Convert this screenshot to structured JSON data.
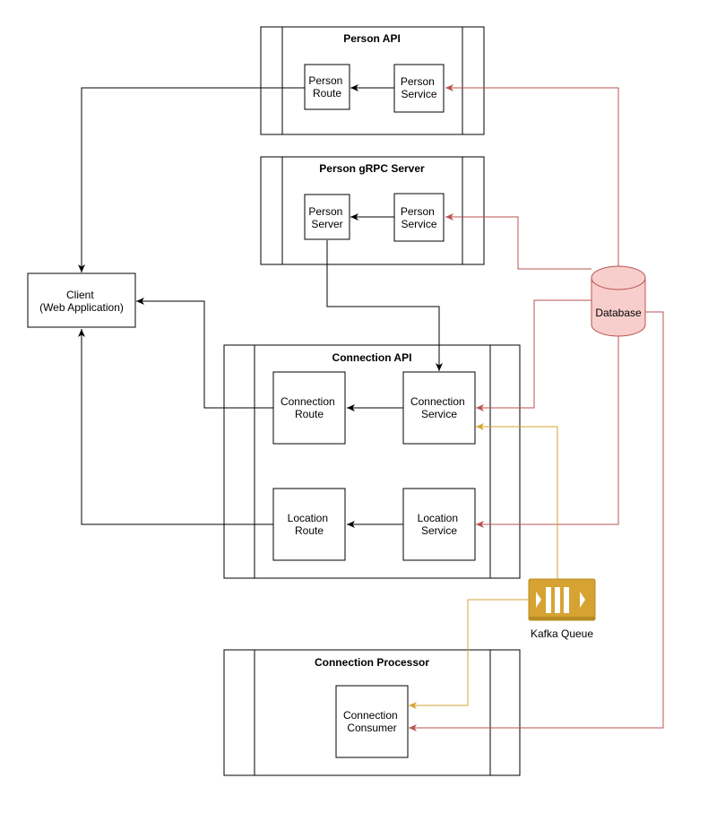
{
  "containers": {
    "person_api": "Person API",
    "person_grpc": "Person gRPC Server",
    "connection_api": "Connection API",
    "connection_processor": "Connection Processor"
  },
  "nodes": {
    "person_route": [
      "Person",
      "Route"
    ],
    "person_service_api": [
      "Person",
      "Service"
    ],
    "person_server": [
      "Person",
      "Server"
    ],
    "person_service_grpc": [
      "Person",
      "Service"
    ],
    "client": [
      "Client",
      "(Web Application)"
    ],
    "connection_route": [
      "Connection",
      "Route"
    ],
    "connection_service": [
      "Connection",
      "Service"
    ],
    "location_route": [
      "Location",
      "Route"
    ],
    "location_service": [
      "Location",
      "Service"
    ],
    "connection_consumer": [
      "Connection",
      "Consumer"
    ],
    "database": "Database",
    "kafka": "Kafka Queue"
  },
  "colors": {
    "line": "#000000",
    "db_edge": "#b85450",
    "db_fill": "#f8cecc",
    "kafka_edge": "#d6b656",
    "kafka_fill": "#d6a333"
  }
}
